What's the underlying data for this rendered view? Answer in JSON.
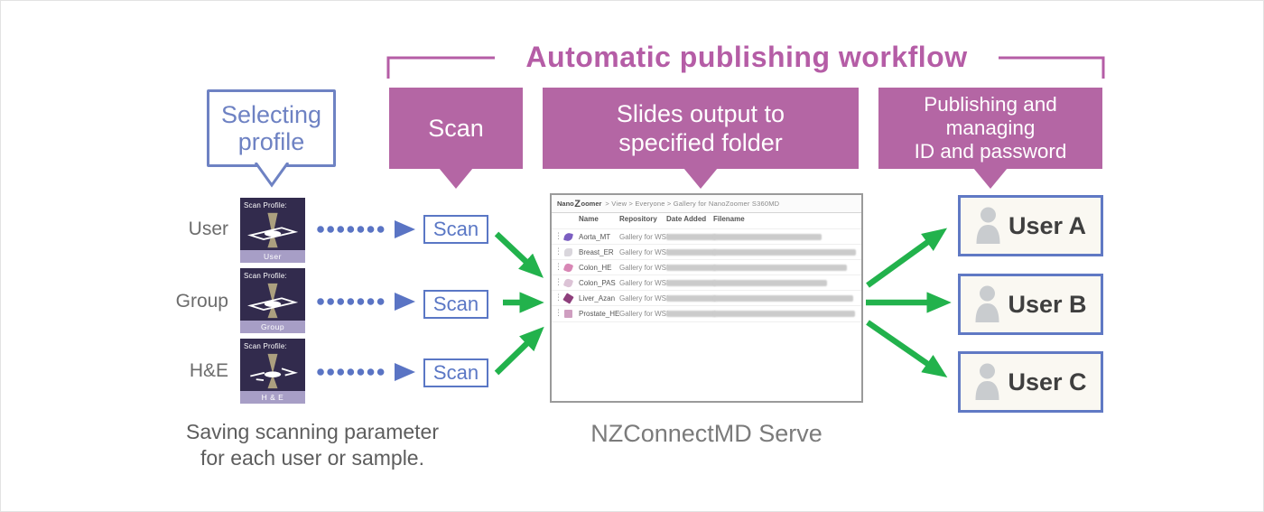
{
  "title": "Automatic publishing workflow",
  "colors": {
    "pink": "#b466a4",
    "title_pink": "#b55da6",
    "blue": "#5a77c5",
    "bubble_blue": "#6e82c3",
    "green": "#22b24c",
    "thumb_bg": "#322b4d",
    "thumb_bar": "#a79ec6",
    "userbox_bg": "#faf8f2"
  },
  "callout": {
    "line1": "Selecting",
    "line2": "profile"
  },
  "stages": {
    "scan": {
      "label": "Scan"
    },
    "output": {
      "line1": "Slides output to",
      "line2": "specified folder"
    },
    "publish": {
      "line1": "Publishing and",
      "line2": "managing",
      "line3": "ID and password"
    }
  },
  "profiles": {
    "thumb_title": "Scan Profile:",
    "items": [
      {
        "label": "User",
        "caption": "User"
      },
      {
        "label": "Group",
        "caption": "Group"
      },
      {
        "label": "H&E",
        "caption": "H & E"
      }
    ]
  },
  "scan_button": {
    "label": "Scan"
  },
  "server": {
    "breadcrumb": {
      "logo_pre": "Nano",
      "logo_z": "Z",
      "logo_post": "oomer",
      "path": ">  View  >  Everyone  >  Gallery for NanoZoomer S360MD"
    },
    "columns": {
      "name": "Name",
      "repository": "Repository",
      "date": "Date Added",
      "filename": "Filename"
    },
    "rows": [
      {
        "name": "Aorta_MT",
        "repository": "Gallery for WSI",
        "thumb_color": "#7b5ec1",
        "date_blurred": true,
        "filename_blurred": true
      },
      {
        "name": "Breast_ER",
        "repository": "Gallery for WSI",
        "thumb_color": "#d9d6dc",
        "date_blurred": true,
        "filename_blurred": true
      },
      {
        "name": "Colon_HE",
        "repository": "Gallery for WSI",
        "thumb_color": "#d887b5",
        "date_blurred": true,
        "filename_blurred": true
      },
      {
        "name": "Colon_PAS",
        "repository": "Gallery for WSI",
        "thumb_color": "#dcc3d6",
        "date_blurred": true,
        "filename_blurred": true
      },
      {
        "name": "Liver_Azan",
        "repository": "Gallery for WSI",
        "thumb_color": "#8e3f7c",
        "date_blurred": true,
        "filename_blurred": true
      },
      {
        "name": "Prostate_HE",
        "repository": "Gallery for WSI",
        "thumb_color": "#cf9ec0",
        "date_blurred": true,
        "filename_blurred": true
      }
    ],
    "caption": "NZConnectMD Serve"
  },
  "users": {
    "items": [
      {
        "label": "User A"
      },
      {
        "label": "User B"
      },
      {
        "label": "User C"
      }
    ]
  },
  "footnote": {
    "line1": "Saving scanning parameter",
    "line2": "for each user or sample."
  }
}
